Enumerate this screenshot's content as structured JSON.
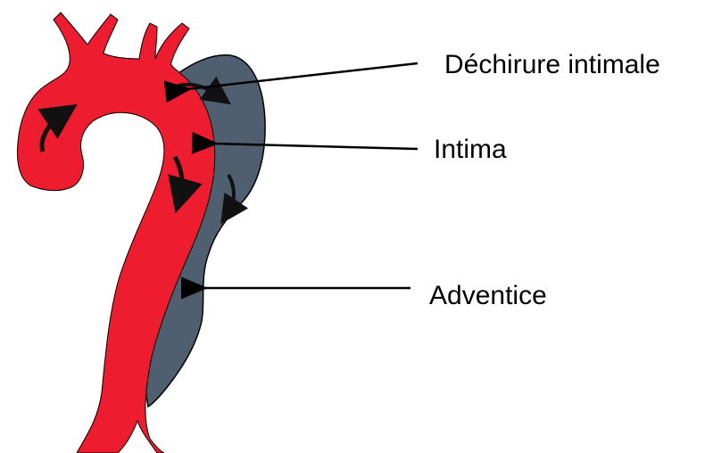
{
  "labels": {
    "intimal_tear": "Déchirure intimale",
    "intima": "Intima",
    "adventitia": "Adventice"
  },
  "colors": {
    "aorta": "#ed1c2e",
    "false_lumen": "#4f5f6f",
    "outline": "#000000",
    "background": "#ffffff"
  },
  "icons": {
    "flow_arrows": "curved-arrow-icon",
    "leader_arrows": "arrow-left-icon"
  }
}
